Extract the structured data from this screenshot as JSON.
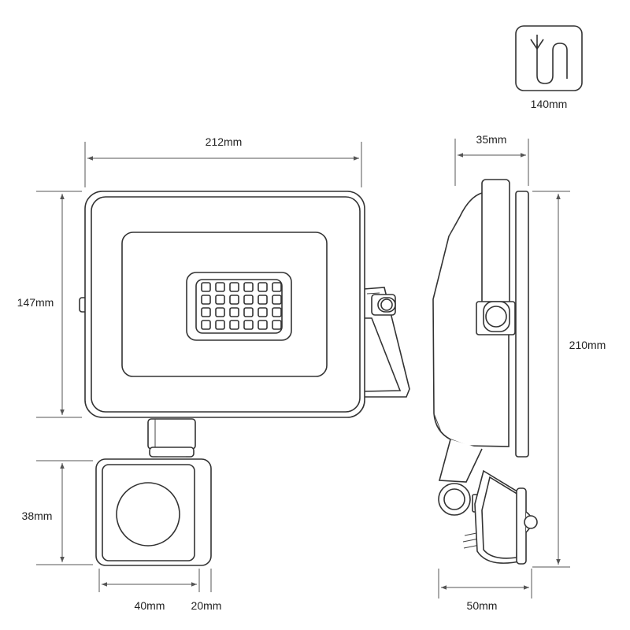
{
  "cable_length": "140mm",
  "front_view": {
    "width": "212mm",
    "height": "147mm",
    "sensor_height": "38mm",
    "sensor_width": "40mm",
    "sensor_offset": "20mm"
  },
  "side_view": {
    "depth": "35mm",
    "total_height": "210mm",
    "bottom_depth": "50mm"
  },
  "icons": [
    "cable-icon"
  ]
}
